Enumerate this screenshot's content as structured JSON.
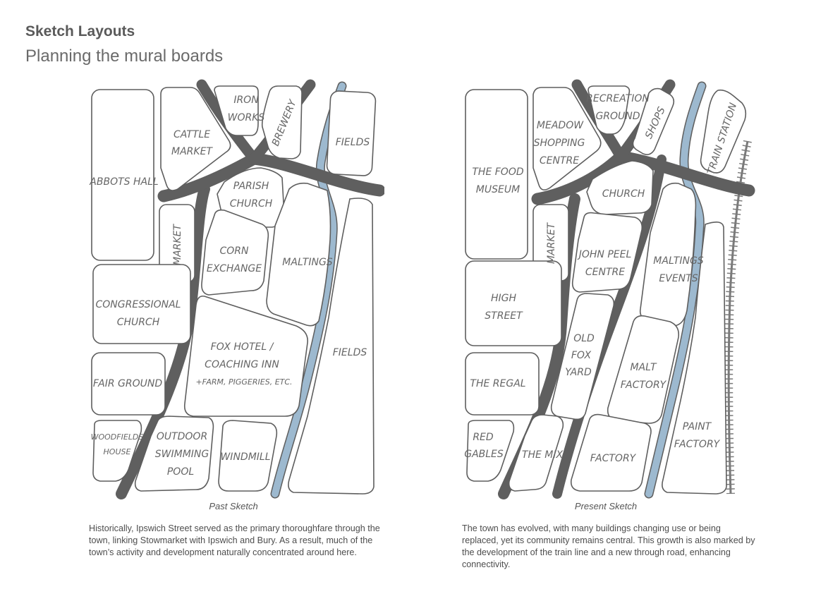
{
  "header": {
    "title": "Sketch Layouts",
    "subtitle": "Planning the mural boards"
  },
  "past": {
    "caption": "Past Sketch",
    "description": "Historically, Ipswich Street served as the primary thoroughfare through the town, linking Stowmarket with Ipswich and Bury. As a result, much of the town’s activity and development naturally concentrated around here.",
    "labels": {
      "abbots_hall": "ABBOTS HALL",
      "cattle": [
        "CATTLE",
        "MARKET"
      ],
      "iron": [
        "IRON",
        "WORKS"
      ],
      "brewery": "BREWERY",
      "fields_top": "FIELDS",
      "parish": [
        "PARISH",
        "CHURCH"
      ],
      "market": "MARKET",
      "corn": [
        "CORN",
        "EXCHANGE"
      ],
      "maltings": "MALTINGS",
      "congregational": [
        "CONGRESSIONAL",
        "CHURCH"
      ],
      "fox_hotel": [
        "FOX HOTEL /",
        "COACHING INN"
      ],
      "fox_hotel_note": "+FARM, PIGGERIES, ETC.",
      "fields_right": "FIELDS",
      "fair_ground": "FAIR GROUND",
      "woodfields": [
        "WOODFIELDS",
        "HOUSE"
      ],
      "pool": [
        "OUTDOOR",
        "SWIMMING",
        "POOL"
      ],
      "windmill": "WINDMILL"
    }
  },
  "present": {
    "caption": "Present Sketch",
    "description": "The town has evolved, with many buildings changing use or being replaced, yet its community remains central. This growth is also marked by the development of the train line and a new through road, enhancing connectivity.",
    "labels": {
      "food_museum": [
        "THE FOOD",
        "MUSEUM"
      ],
      "meadow": [
        "MEADOW",
        "SHOPPING",
        "CENTRE"
      ],
      "recreation": [
        "RECREATION",
        "GROUND"
      ],
      "shops": "SHOPS",
      "train_station": "TRAIN STATION",
      "church": "CHURCH",
      "market": "MARKET",
      "john_peel": [
        "JOHN PEEL",
        "CENTRE"
      ],
      "maltings_events": [
        "MALTINGS",
        "EVENTS"
      ],
      "high_street": [
        "HIGH",
        "STREET"
      ],
      "old_fox": [
        "OLD",
        "FOX",
        "YARD"
      ],
      "malt_factory": [
        "MALT",
        "FACTORY"
      ],
      "the_regal": "THE REGAL",
      "paint_factory": [
        "PAINT",
        "FACTORY"
      ],
      "red_gables": [
        "RED",
        "GABLES"
      ],
      "the_mix": "THE MIX",
      "factory": "FACTORY"
    }
  },
  "colors": {
    "road": "#5f5f5f",
    "river": "#9db9cf",
    "outline": "#5e5e5e",
    "railway": "#7a7a7a"
  }
}
